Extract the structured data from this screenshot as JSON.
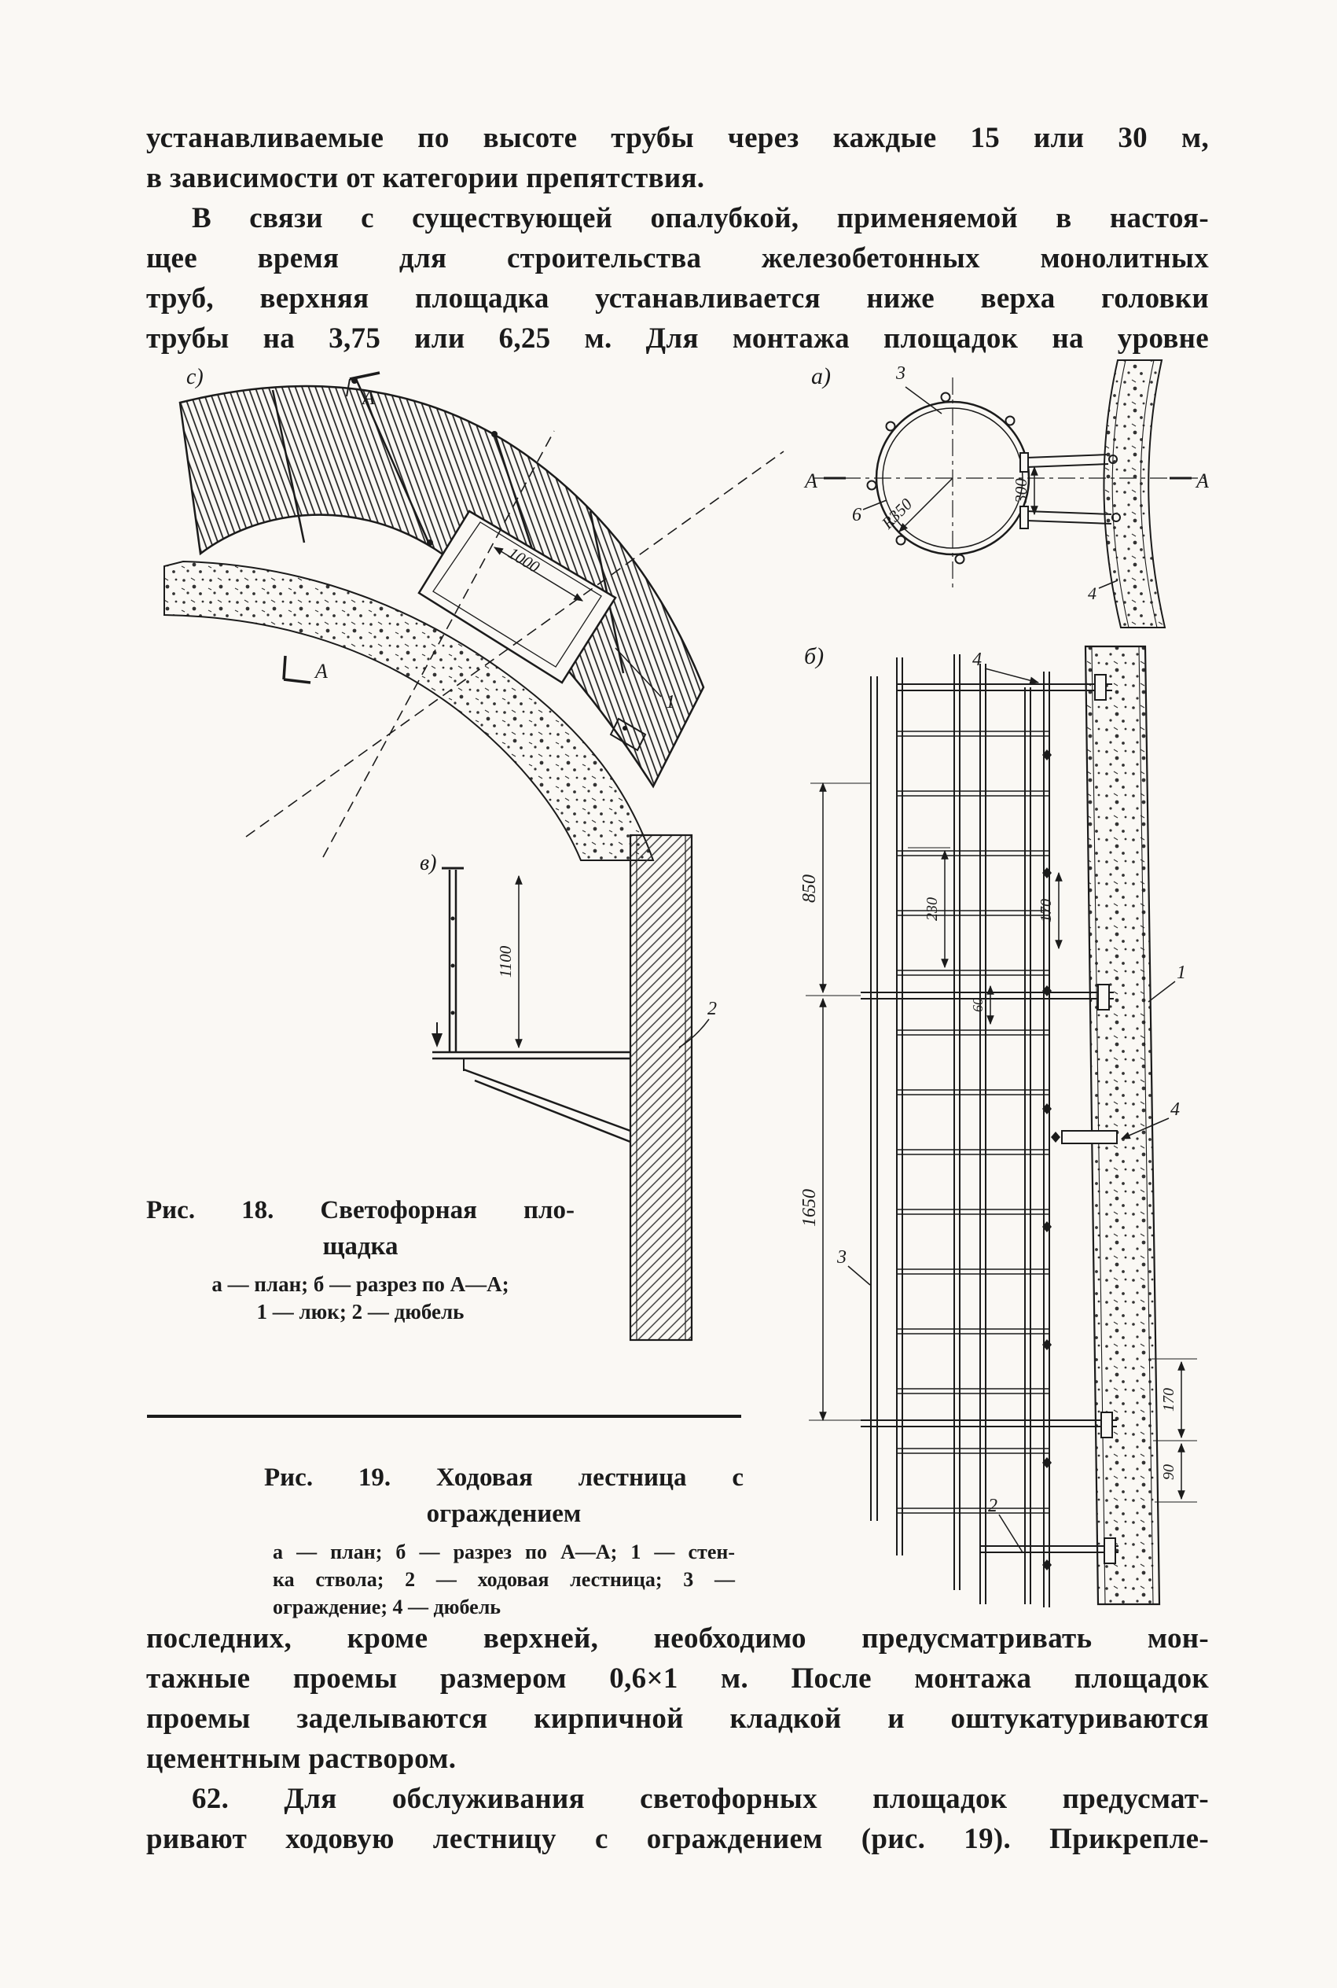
{
  "paragraphs": {
    "p1": [
      "устанавливаемые по высоте трубы через каждые 15 или 30 м,",
      "в зависимости от категории препятствия."
    ],
    "p2": [
      "В связи с существующей опалубкой, применяемой в настоя-",
      "щее время для строительства железобетонных монолитных",
      "труб, верхняя площадка устанавливается ниже верха головки",
      "трубы на 3,75 или 6,25 м. Для монтажа площадок на уровне"
    ],
    "p3": [
      "последних, кроме верхней, необходимо предусматривать мон-",
      "тажные проемы размером 0,6×1 м. После монтажа площадок",
      "проемы заделываются кирпичной кладкой и оштукатуриваются",
      "цементным раствором."
    ],
    "p4": [
      "62. Для обслуживания светофорных площадок предусмат-",
      "ривают ходовую лестницу с ограждением (рис. 19). Прикрепле-"
    ]
  },
  "fig18": {
    "caption": [
      "Рис. 18. Светофорная пло-",
      "щадка"
    ],
    "legend": [
      "а — план; б — разрез по А—А;",
      "1 — люк; 2 — дюбель"
    ],
    "plan": {
      "letter": "с)",
      "cut_top": "А",
      "cut_bottom": "А",
      "dim_1000": "1000",
      "label_1": "1"
    },
    "section": {
      "letter": "в)",
      "dim_1100": "1100",
      "label_2": "2"
    }
  },
  "fig19": {
    "caption": [
      "Рис. 19. Ходовая лестница с",
      "ограждением"
    ],
    "legend": [
      "а — план; б — разрез по А—А; 1 — стен-",
      "ка ствола; 2 — ходовая лестница; 3 —",
      "ограждение; 4 — дюбель"
    ],
    "plan": {
      "letter": "а)",
      "label_3": "3",
      "label_6": "6",
      "label_4": "4",
      "axis_left": "А",
      "axis_right": "А",
      "radius": "R350",
      "dim_300": "300"
    },
    "section": {
      "letter": "б)",
      "label_4_top": "4",
      "dim_850": "850",
      "dim_1650": "1650",
      "dim_230": "230",
      "dim_170_top": "170",
      "dim_60": "60",
      "label_1": "1",
      "label_4": "4",
      "label_3": "3",
      "label_2": "2",
      "dim_170_bottom": "170",
      "dim_90": "90"
    }
  }
}
